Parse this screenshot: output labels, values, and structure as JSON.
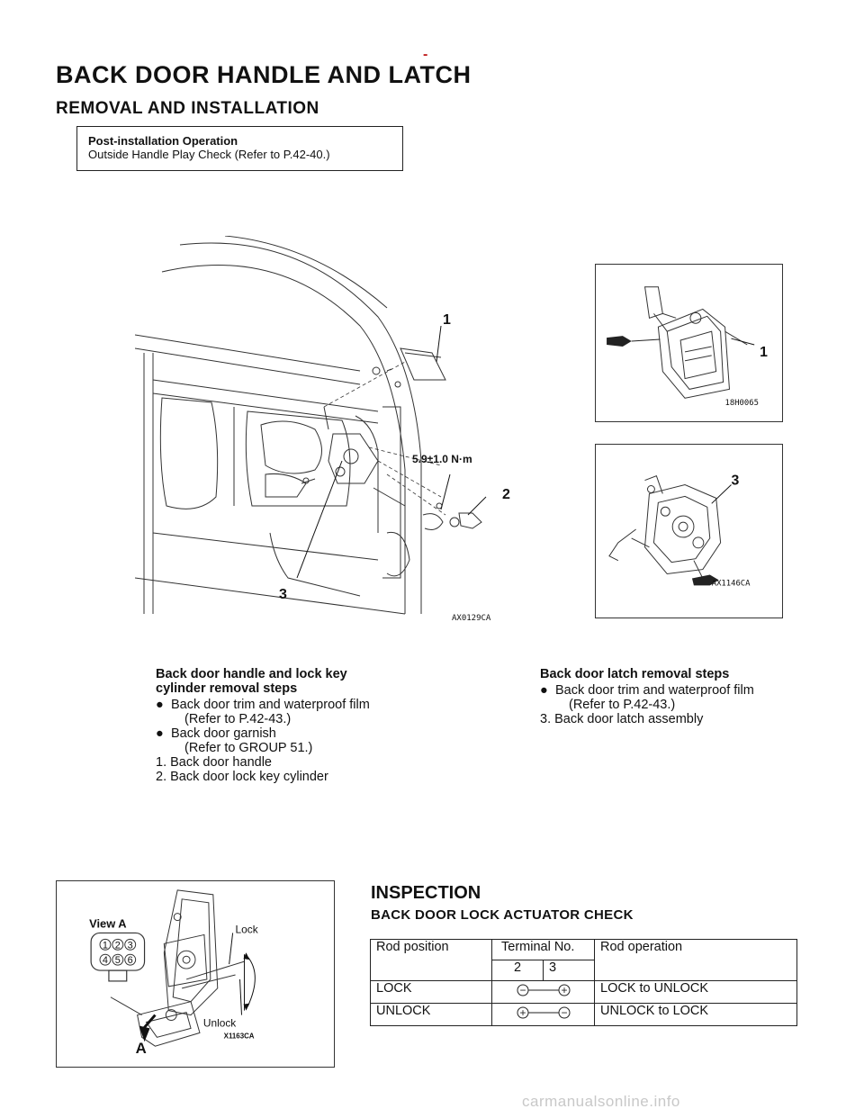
{
  "header_mark": "-",
  "title": "BACK DOOR HANDLE AND LATCH",
  "subtitle": "REMOVAL AND INSTALLATION",
  "post_install": {
    "heading": "Post-installation Operation",
    "text": "Outside Handle Play Check (Refer to P.42-40.)"
  },
  "figure_main": {
    "callout_1": "1",
    "callout_2": "2",
    "callout_3": "3",
    "torque": "5.9±1.0 N·m",
    "code": "AX0129CA"
  },
  "figure_handle": {
    "callout": "1",
    "code": "18H0065"
  },
  "figure_latch": {
    "callout": "3",
    "code": "AX1146CA"
  },
  "steps_handle": {
    "heading_line1": "Back door handle and lock key",
    "heading_line2": "cylinder removal steps",
    "bullet": "●",
    "item1_line1": "Back door trim and waterproof film",
    "item1_line2": "(Refer to P.42-43.)",
    "item2_line1": "Back door garnish",
    "item2_line2": "(Refer to GROUP 51.)",
    "item3": "1. Back door handle",
    "item4": "2. Back door lock key cylinder"
  },
  "steps_latch": {
    "heading": "Back door latch removal steps",
    "bullet": "●",
    "item1_line1": "Back door trim and waterproof film",
    "item1_line2": "(Refer to P.42-43.)",
    "item2": "3. Back door latch assembly"
  },
  "figure_actuator": {
    "view_label": "View A",
    "lock_label": "Lock",
    "unlock_label": "Unlock",
    "arrow_label": "A",
    "code": "X1163CA",
    "pins": [
      "1",
      "2",
      "3",
      "4",
      "5",
      "6"
    ]
  },
  "inspection": {
    "title": "INSPECTION",
    "subtitle": "BACK DOOR LOCK ACTUATOR CHECK"
  },
  "table": {
    "col_rod_position": "Rod position",
    "col_terminal": "Terminal No.",
    "col_rod_operation": "Rod operation",
    "terminal_a": "2",
    "terminal_b": "3",
    "rows": [
      {
        "position": "LOCK",
        "terminal_2": "−",
        "terminal_3": "+",
        "operation": "LOCK to UNLOCK"
      },
      {
        "position": "UNLOCK",
        "terminal_2": "+",
        "terminal_3": "−",
        "operation": "UNLOCK to LOCK"
      }
    ]
  },
  "watermark": "carmanualsonline.info"
}
